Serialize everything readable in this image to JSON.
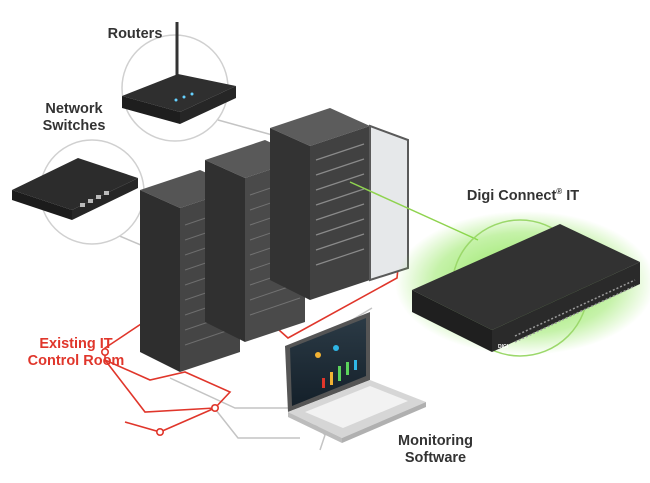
{
  "labels": {
    "routers": "Routers",
    "network_switches": [
      "Network",
      "Switches"
    ],
    "digi_connect": "Digi Connect",
    "digi_connect_reg": "®",
    "digi_connect_suffix": " IT",
    "control_room": [
      "Existing IT",
      "Control Room"
    ],
    "monitoring_software": [
      "Monitoring",
      "Software"
    ],
    "device_brand": "DIGI"
  },
  "colors": {
    "label_text": "#333333",
    "accent_red": "#e0362b",
    "glow_green": "#7ee23f",
    "connector_gray": "#bdbdbd",
    "rack_dark": "#3d3d3d"
  },
  "icons": [
    "router-icon",
    "network-switch-icon",
    "server-rack-icon",
    "digi-connect-device-icon",
    "laptop-icon"
  ]
}
